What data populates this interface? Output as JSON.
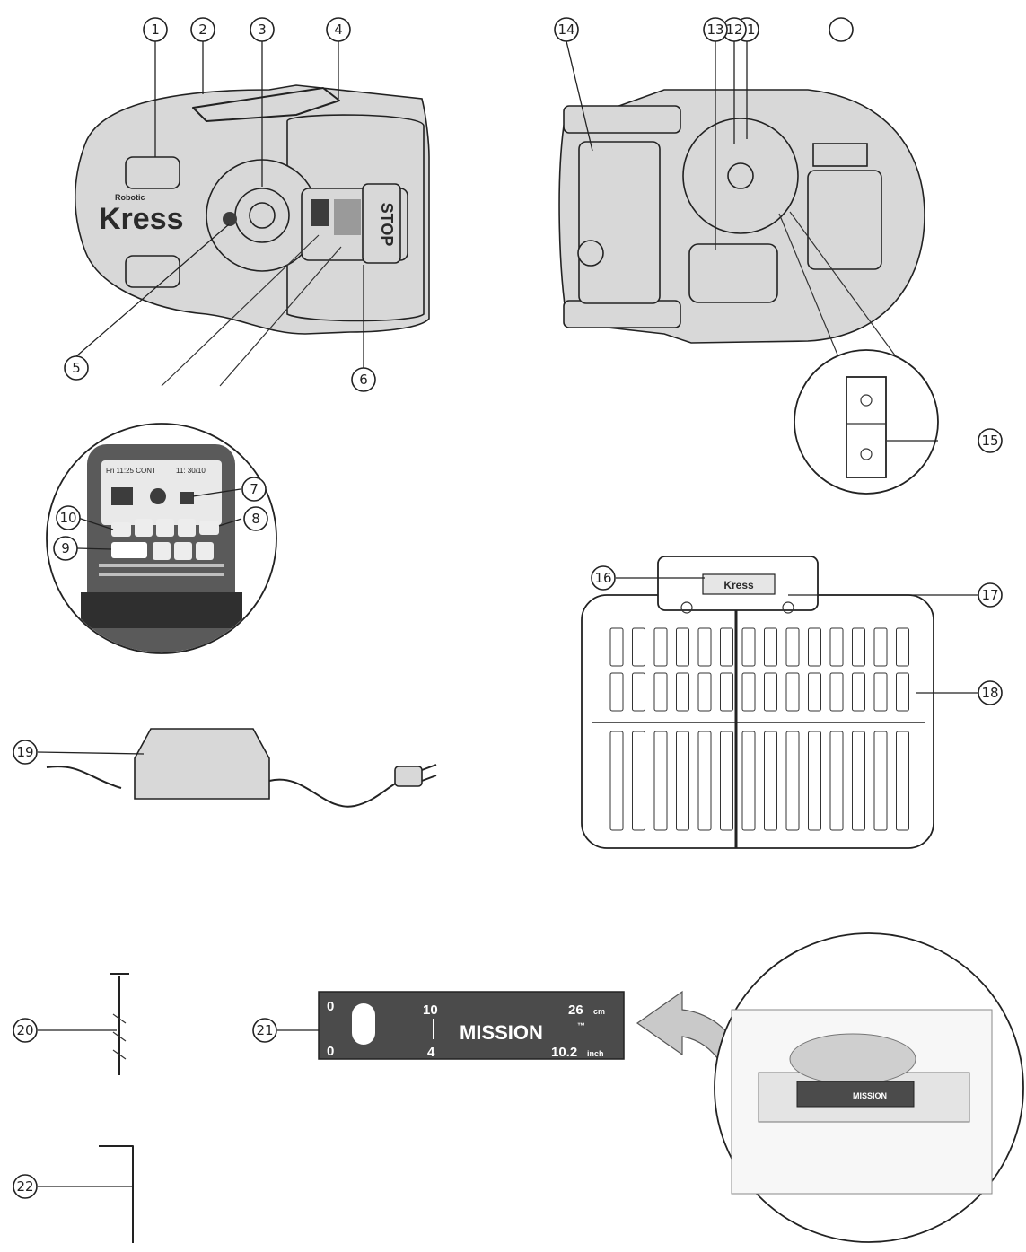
{
  "brand": {
    "name": "Kress",
    "stop_label": "STOP",
    "robot_label": "Robotic"
  },
  "screen": {
    "status_line": "Fri 11:25 CONT",
    "status_right": "11: 30/10"
  },
  "callouts": [
    "1",
    "2",
    "3",
    "4",
    "5",
    "6",
    "7",
    "8",
    "9",
    "10",
    "11",
    "12",
    "13",
    "14",
    "15",
    "16",
    "17",
    "18",
    "19",
    "20",
    "21",
    "22",
    ""
  ],
  "station_label": "Kress",
  "height_tool": {
    "left_top": "0",
    "left_bottom": "0",
    "mid_top": "10",
    "mid_bottom": "4",
    "brand": "MISSION",
    "tm": "™",
    "right_top": "26",
    "right_top_unit": "cm",
    "right_bottom": "10.2",
    "right_bottom_unit": "inch"
  },
  "box_tool": {
    "brand": "MISSION"
  }
}
